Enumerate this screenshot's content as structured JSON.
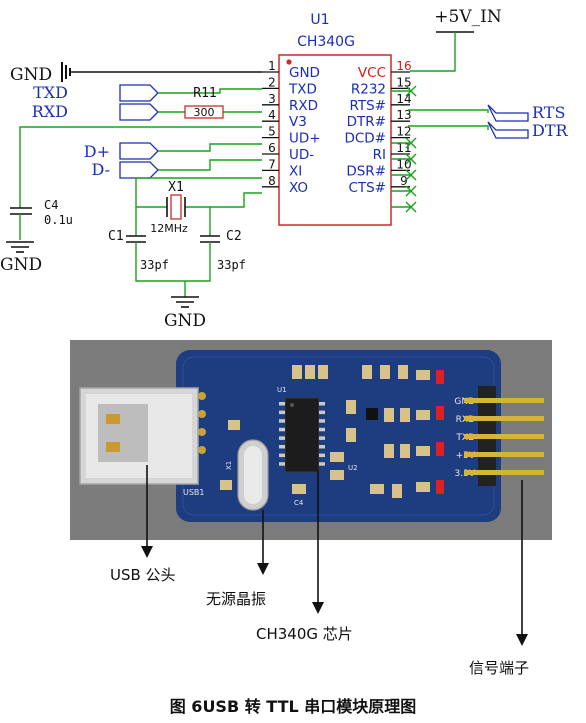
{
  "schematic": {
    "chip_ref": "U1",
    "chip_part": "CH340G",
    "power_label": "+5V_IN",
    "gnd_labels": {
      "top": "GND",
      "left": "GND",
      "bottom": "GND"
    },
    "pins_left": [
      {
        "num": "1",
        "name": "GND"
      },
      {
        "num": "2",
        "name": "TXD"
      },
      {
        "num": "3",
        "name": "RXD"
      },
      {
        "num": "4",
        "name": "V3"
      },
      {
        "num": "5",
        "name": "UD+"
      },
      {
        "num": "6",
        "name": "UD-"
      },
      {
        "num": "7",
        "name": "XI"
      },
      {
        "num": "8",
        "name": "XO"
      }
    ],
    "pins_right": [
      {
        "num": "16",
        "name": "VCC"
      },
      {
        "num": "15",
        "name": "R232"
      },
      {
        "num": "14",
        "name": "RTS#"
      },
      {
        "num": "13",
        "name": "DTR#"
      },
      {
        "num": "12",
        "name": "DCD#"
      },
      {
        "num": "11",
        "name": "RI"
      },
      {
        "num": "10",
        "name": "DSR#"
      },
      {
        "num": "9",
        "name": "CTS#"
      }
    ],
    "ports_left": [
      "TXD",
      "RXD",
      "D+",
      "D-"
    ],
    "ports_right": [
      "RTS",
      "DTR"
    ],
    "resistor": {
      "ref": "R11",
      "value": "300"
    },
    "crystal": {
      "ref": "X1",
      "value": "12MHz"
    },
    "c4": {
      "ref": "C4",
      "value": "0.1u"
    },
    "c1": {
      "ref": "C1",
      "value": "33pf"
    },
    "c2": {
      "ref": "C2",
      "value": "33pf"
    }
  },
  "board": {
    "silkscreen": {
      "usb": "USB1",
      "u1": "U1",
      "u2": "U2",
      "x1": "X1",
      "c4": "C4",
      "pins": [
        "GND",
        "RXD",
        "TXD",
        "+5V",
        "3.3V"
      ]
    },
    "callouts": {
      "usb": "USB 公头",
      "crystal": "无源晶振",
      "chip": "CH340G 芯片",
      "terminal": "信号端子"
    }
  },
  "caption": "图 6USB 转 TTL 串口模块原理图",
  "colors": {
    "wire_green": "#1aa31a",
    "chip_outline": "#cc2a2a",
    "pin_blue": "#1a2eb8",
    "vcc_red": "#e01818",
    "label_blue": "#1a2eb8",
    "pcb_blue": "#1d3d80",
    "pcb_bg": "#7b7b7b"
  }
}
